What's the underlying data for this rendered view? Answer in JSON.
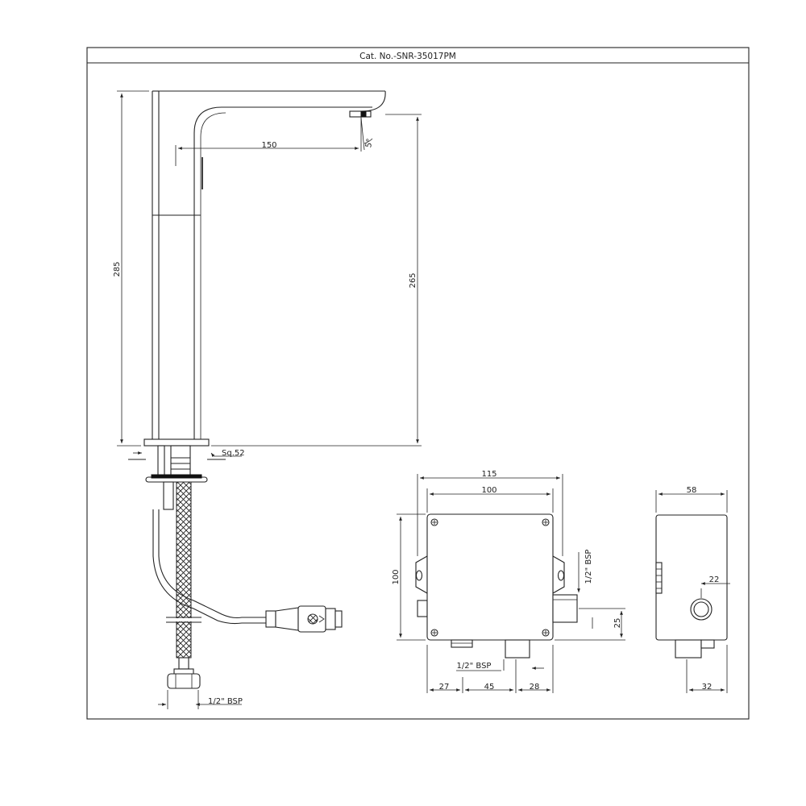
{
  "title": "Cat. No.-SNR-35017PM",
  "faucet": {
    "height_total": "285",
    "height_spout": "265",
    "reach": "150",
    "angle": "5°",
    "base": "Sq.52",
    "inlet": "1/2\" BSP"
  },
  "control_box": {
    "width_outer": "115",
    "width_inner": "100",
    "height": "100",
    "outlet_side": "1/2\" BSP",
    "outlet_offset": "25",
    "inlet_bottom": "1/2\" BSP",
    "bottom_dims": [
      "27",
      "45",
      "28"
    ]
  },
  "side_view": {
    "depth": "58",
    "sensor_offset": "22",
    "bottom": "32"
  }
}
